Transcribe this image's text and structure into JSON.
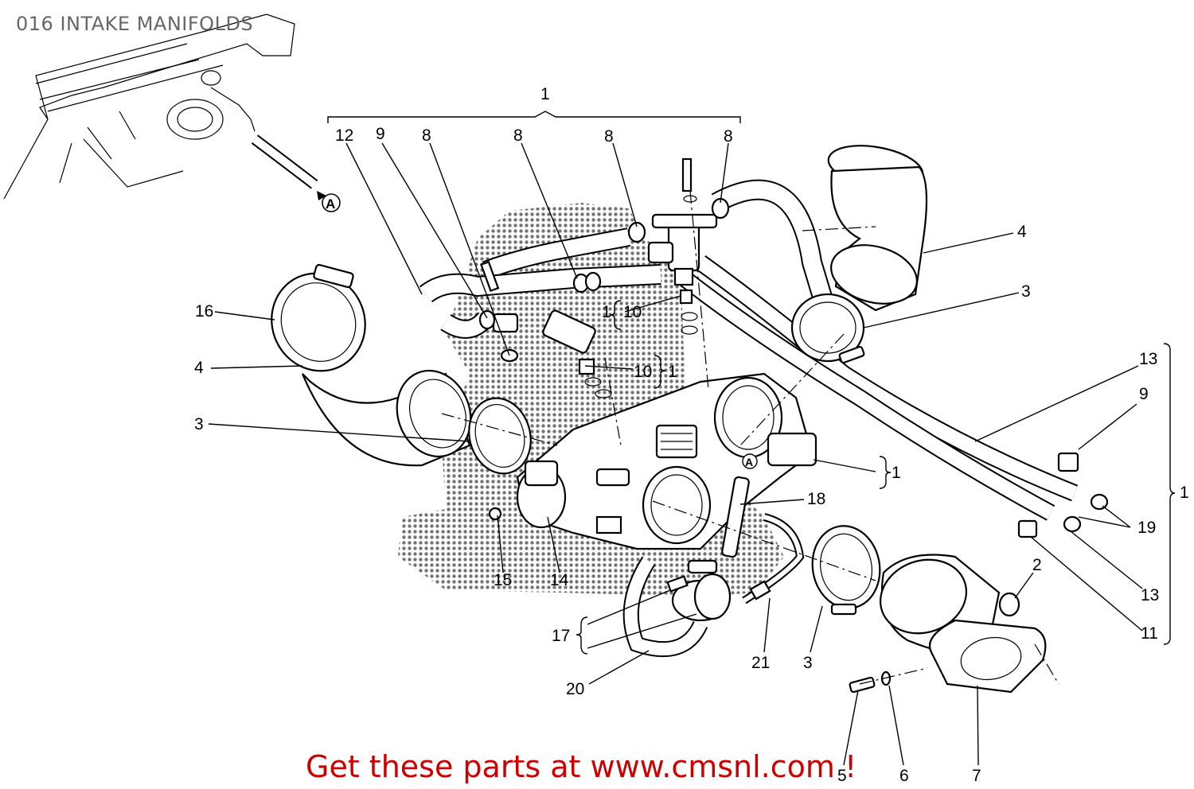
{
  "title": "016 INTAKE MANIFOLDS",
  "footer": "Get these parts at www.cmsnl.com !",
  "colors": {
    "footer": "#cc0000",
    "title": "#666666",
    "line": "#000000"
  },
  "callouts": {
    "group_top": "1",
    "c12": "12",
    "c9a": "9",
    "c8a": "8",
    "c8b": "8",
    "c8c": "8",
    "c8d": "8",
    "c16": "16",
    "c4a": "4",
    "c3a": "3",
    "c4b": "4",
    "c3b": "3",
    "c1_10a": "1",
    "c10a": "10",
    "c10b": "10",
    "c1_10b": "1",
    "c13a": "13",
    "c9b": "9",
    "c1r": "1",
    "c19": "19",
    "c13b": "13",
    "c11": "11",
    "c1m": "1",
    "c18": "18",
    "c2": "2",
    "c15": "15",
    "c14": "14",
    "c17": "17",
    "c20": "20",
    "c21": "21",
    "c3c": "3",
    "c5": "5",
    "c6": "6",
    "c7": "7"
  },
  "marker_a": "A"
}
